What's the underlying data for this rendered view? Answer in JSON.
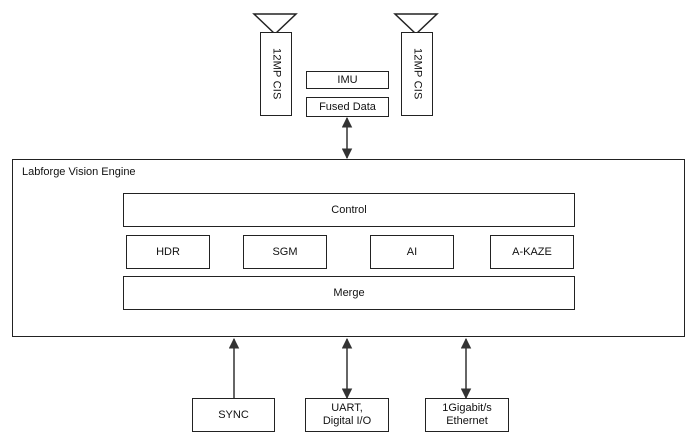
{
  "sensors": {
    "left_label": "12MP CIS",
    "right_label": "12MP CIS"
  },
  "imu_label": "IMU",
  "fused_data_label": "Fused Data",
  "engine": {
    "title": "Labforge Vision Engine",
    "control_label": "Control",
    "blocks": [
      "HDR",
      "SGM",
      "AI",
      "A-KAZE"
    ],
    "merge_label": "Merge"
  },
  "interfaces": {
    "sync": "SYNC",
    "uart": "UART,\nDigital I/O",
    "ethernet": "1Gigabit/s\nEthernet"
  }
}
